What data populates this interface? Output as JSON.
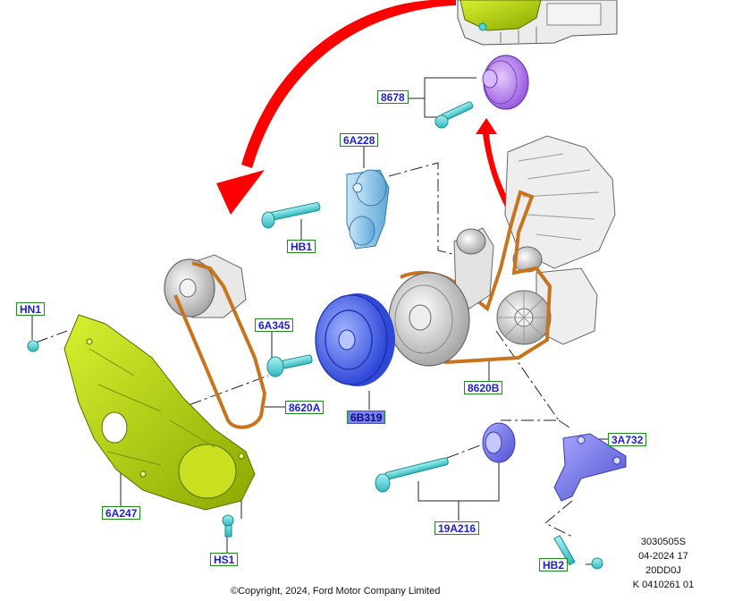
{
  "callouts": {
    "c8678": "8678",
    "c6A228": "6A228",
    "cHB1": "HB1",
    "cHN1": "HN1",
    "c6A345": "6A345",
    "c8620A": "8620A",
    "c6B319": "6B319",
    "c8620B": "8620B",
    "c3A732": "3A732",
    "c6A247": "6A247",
    "c19A216": "19A216",
    "cHS1": "HS1",
    "cHB2": "HB2"
  },
  "selected_callout": "6B319",
  "drawing_info": [
    "3030505S",
    "04-2024 17",
    "20DD0J",
    "K 0410261 01"
  ],
  "copyright": "©Copyright, 2024, Ford Motor Company Limited",
  "colors": {
    "callout_text": "#1d1dd6",
    "callout_border": "#1e8a1e",
    "selected_fill": "#7c83f0",
    "arrow_red": "#ff0000",
    "belt_orange": "#c8741e",
    "cover_green": "#b5d40f",
    "pulley_blue": "#4d6bea",
    "bolt_cyan": "#4fd4d4",
    "bracket_violet": "#7f7ff0",
    "tensioner_lightblue": "#8cc8ea",
    "idler_purple": "#c08cf0",
    "part_gray": "#d2d2d2"
  }
}
